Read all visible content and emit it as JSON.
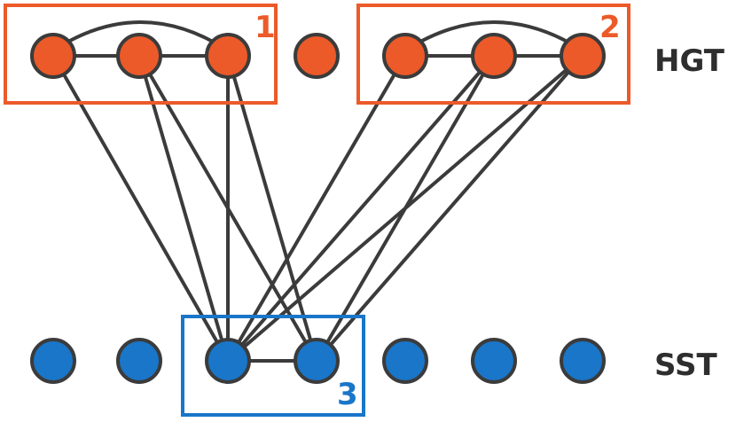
{
  "colors": {
    "hgt_node": "#ec5a29",
    "sst_node": "#1976c9",
    "node_stroke": "#3b3b3b",
    "edge": "#3b3b3b",
    "hgt_box": "#ec5a29",
    "sst_box": "#1976c9"
  },
  "rows": {
    "hgt_label": "HGT",
    "sst_label": "SST"
  },
  "groups": {
    "g1": {
      "label": "1",
      "row": "hgt",
      "members": [
        "h0",
        "h1",
        "h2"
      ]
    },
    "g2": {
      "label": "2",
      "row": "hgt",
      "members": [
        "h4",
        "h5",
        "h6"
      ]
    },
    "g3": {
      "label": "3",
      "row": "sst",
      "members": [
        "s2",
        "s3"
      ]
    }
  },
  "nodes": {
    "hgt": [
      "h0",
      "h1",
      "h2",
      "h3",
      "h4",
      "h5",
      "h6"
    ],
    "sst": [
      "s0",
      "s1",
      "s2",
      "s3",
      "s4",
      "s5",
      "s6"
    ]
  },
  "edges": {
    "within_row": [
      [
        "h0",
        "h1"
      ],
      [
        "h1",
        "h2"
      ],
      [
        "h4",
        "h5"
      ],
      [
        "h5",
        "h6"
      ],
      [
        "s2",
        "s3"
      ]
    ],
    "arcs": [
      [
        "h0",
        "h2"
      ],
      [
        "h4",
        "h6"
      ]
    ],
    "cross": [
      [
        "h0",
        "s2"
      ],
      [
        "h1",
        "s2"
      ],
      [
        "h1",
        "s3"
      ],
      [
        "h2",
        "s2"
      ],
      [
        "h2",
        "s3"
      ],
      [
        "h4",
        "s2"
      ],
      [
        "h5",
        "s2"
      ],
      [
        "h5",
        "s3"
      ],
      [
        "h6",
        "s2"
      ],
      [
        "h6",
        "s3"
      ]
    ]
  }
}
